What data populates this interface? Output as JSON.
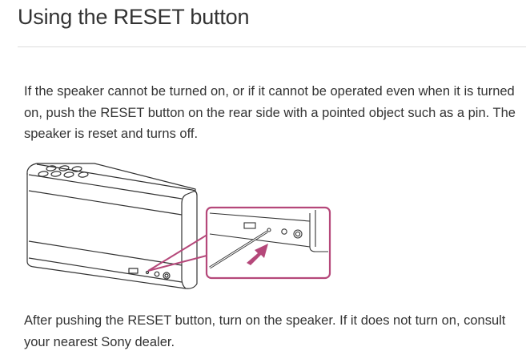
{
  "page": {
    "title": "Using the RESET button",
    "paragraphs": [
      "If the speaker cannot be turned on, or if it cannot be operated even when it is turned on, push the RESET button on the rear side with a pointed object such as a pin. The speaker is reset and turns off.",
      "After pushing the RESET button, turn on the speaker. If it does not turn on, consult your nearest Sony dealer."
    ],
    "figure": {
      "description": "speaker-rear-reset-illustration",
      "accent_color": "#b5487a",
      "line_color": "#333333"
    }
  }
}
